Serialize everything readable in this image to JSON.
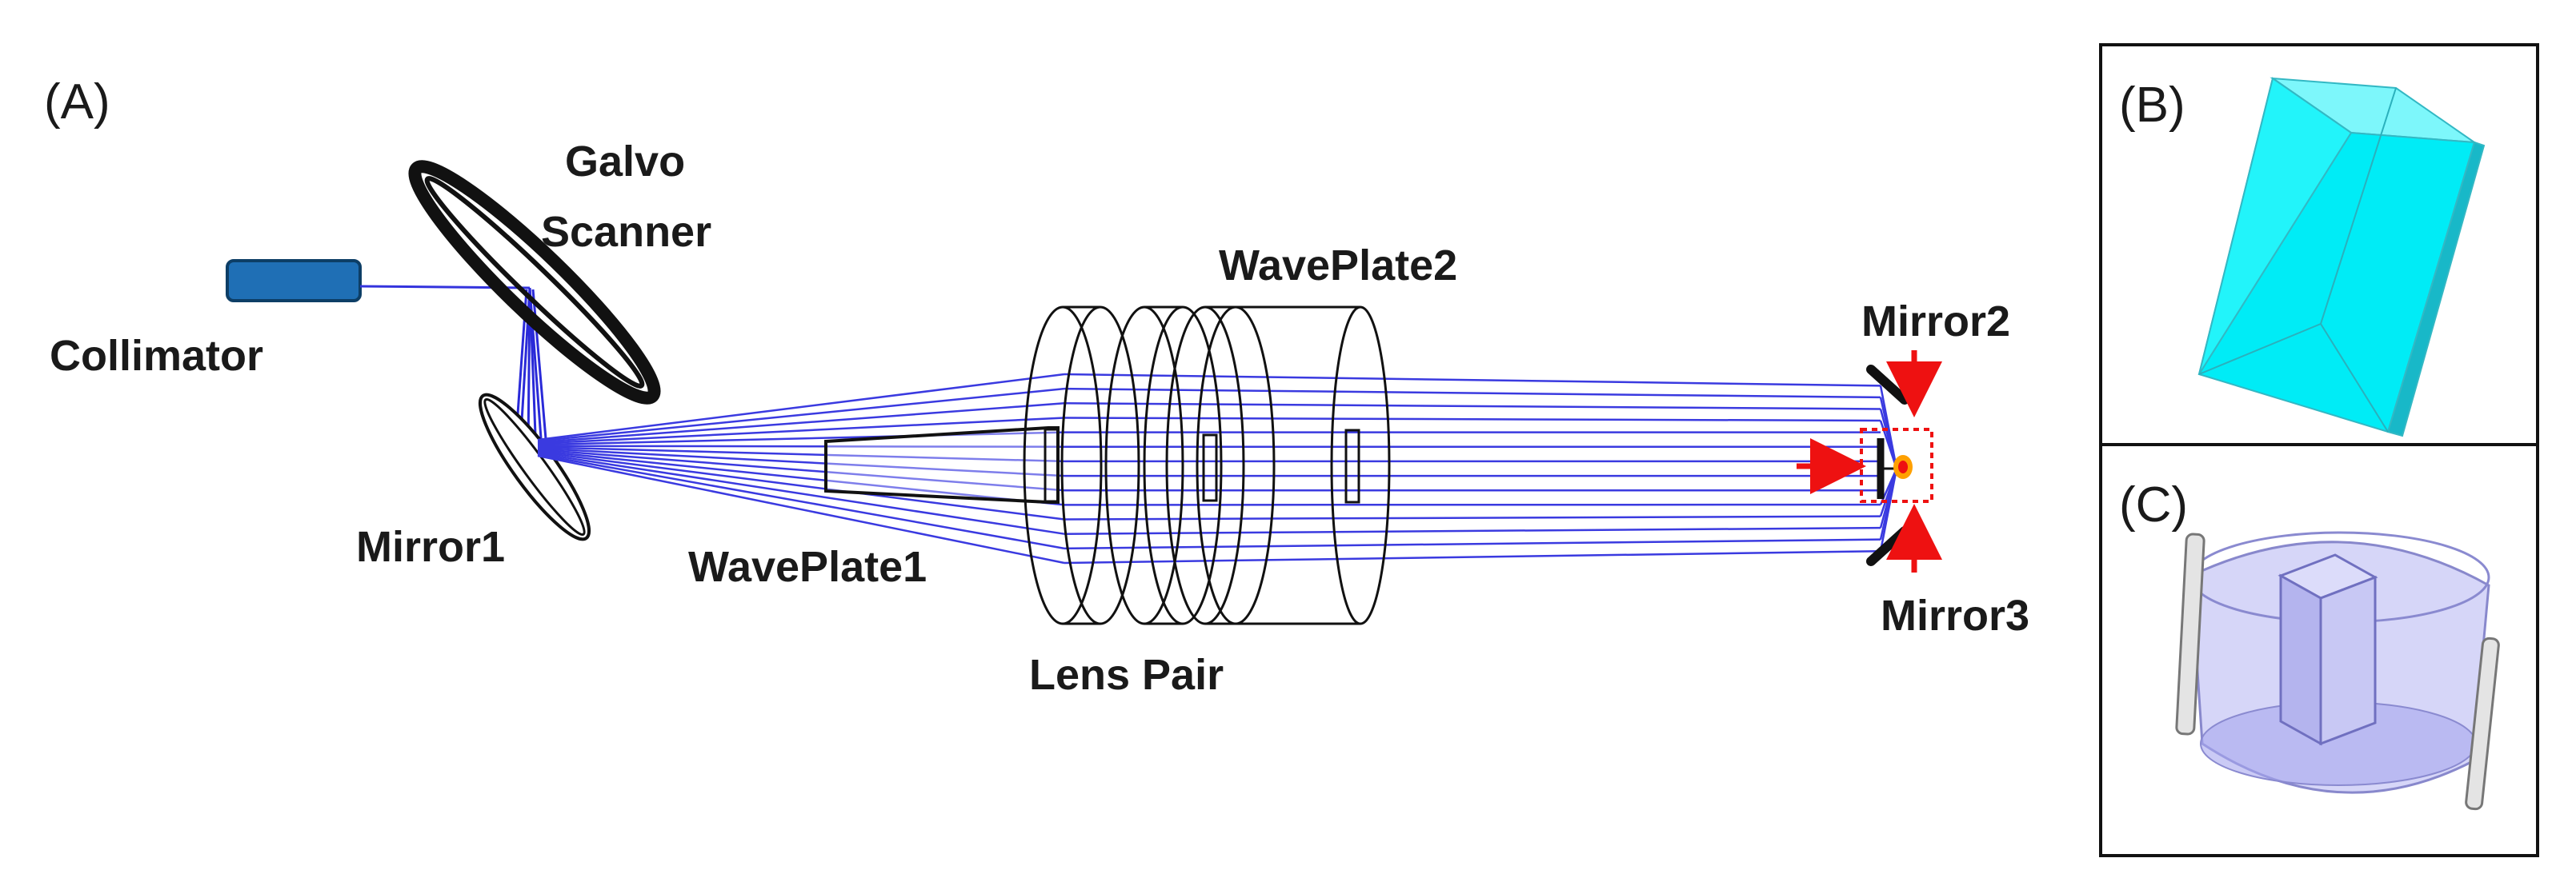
{
  "panels": {
    "a": "(A)",
    "b": "(B)",
    "c": "(C)"
  },
  "components": {
    "collimator": "Collimator",
    "galvo_line1": "Galvo",
    "galvo_line2": "Scanner",
    "mirror1": "Mirror1",
    "waveplate1": "WavePlate1",
    "waveplate2": "WavePlate2",
    "lens_pair": "Lens Pair",
    "mirror2": "Mirror2",
    "mirror3": "Mirror3"
  },
  "colors": {
    "beam": "#3333dd",
    "collimator": "#1f6fb5",
    "arrow": "#ee1111",
    "crystal": "#00f0f8",
    "holder": "#b8b8f0"
  }
}
